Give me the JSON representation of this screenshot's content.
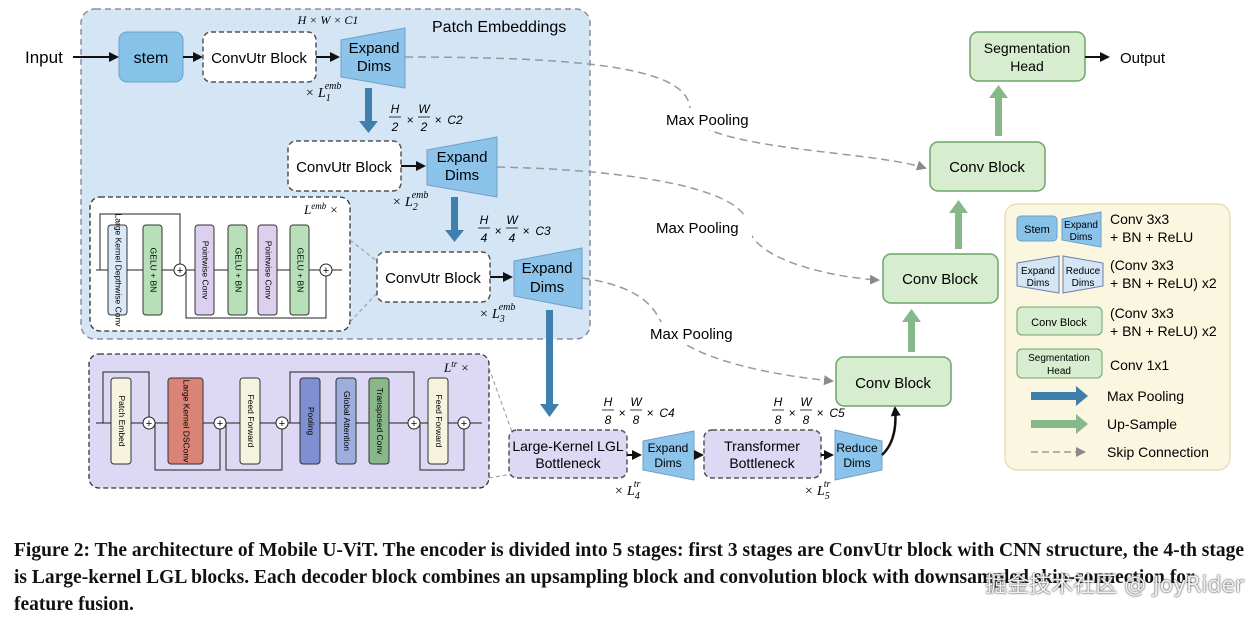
{
  "figure": {
    "input_label": "Input",
    "output_label": "Output",
    "patch_embeddings_title": "Patch Embeddings",
    "stem": "stem",
    "convutr_block": "ConvUtr Block",
    "expand_dims": [
      "Expand",
      "Dims"
    ],
    "reduce_dims": [
      "Reduce",
      "Dims"
    ],
    "max_pooling": "Max Pooling",
    "conv_block": "Conv Block",
    "segmentation_head": [
      "Segmentation",
      "Head"
    ],
    "lgl_bottleneck": [
      "Large-Kernel LGL",
      "Bottleneck"
    ],
    "transformer_bottleneck": [
      "Transformer",
      "Bottleneck"
    ],
    "dims": {
      "d1": "H × W × C1",
      "d2": [
        "H",
        "2",
        "W",
        "2",
        "C2"
      ],
      "d3": [
        "H",
        "4",
        "W",
        "4",
        "C3"
      ],
      "d4": [
        "H",
        "8",
        "W",
        "8",
        "C4"
      ],
      "d5": [
        "H",
        "8",
        "W",
        "8",
        "C5"
      ]
    },
    "repeats": {
      "l1": [
        "× L",
        "1",
        "emb"
      ],
      "l2": [
        "× L",
        "2",
        "emb"
      ],
      "l3": [
        "× L",
        "3",
        "emb"
      ],
      "l4": [
        "× L",
        "4",
        "tr"
      ],
      "l5": [
        "× L",
        "5",
        "tr"
      ],
      "lemb": [
        "L",
        "emb",
        " ×"
      ],
      "ltr": [
        "L",
        "tr",
        " ×"
      ]
    },
    "convutr_detail": {
      "blocks": [
        "Large Kernel Depthwise Conv",
        "GELU + BN",
        "Pointwise Conv",
        "GELU + BN",
        "Pointwise Conv",
        "GELU + BN"
      ],
      "colors": [
        "#dbe8f7",
        "#b8e0b8",
        "#ddd0ee",
        "#b8e0b8",
        "#ddd0ee",
        "#b8e0b8"
      ]
    },
    "lgl_detail": {
      "blocks": [
        "Patch Embed",
        "Large Kernel DSConv",
        "Feed Forward",
        "Pooling",
        "Global Attention",
        "Transposed Conv",
        "Feed Forward"
      ],
      "colors": [
        "#f6f3df",
        "#d98476",
        "#f6f3df",
        "#7f90d0",
        "#9dadde",
        "#88b88a",
        "#f6f3df"
      ]
    },
    "legend": {
      "rows": [
        {
          "text": [
            "Conv 3x3",
            "+ BN + ReLU"
          ]
        },
        {
          "text": [
            "(Conv 3x3",
            "+ BN + ReLU) x2"
          ]
        },
        {
          "text": [
            "(Conv 3x3",
            "+ BN + ReLU) x2"
          ]
        },
        {
          "text": [
            "Conv 1x1"
          ]
        },
        {
          "text": [
            "Max Pooling"
          ]
        },
        {
          "text": [
            "Up-Sample"
          ]
        },
        {
          "text": [
            "Skip Connection"
          ]
        }
      ],
      "stem": "Stem",
      "expand": [
        "Expand",
        "Dims"
      ],
      "reduce": [
        "Reduce",
        "Dims"
      ],
      "conv_block": "Conv Block",
      "seg_head": [
        "Segmentation",
        "Head"
      ]
    },
    "colors": {
      "patch_bg": "#d4e5f6",
      "lgl_bg": "#ddd8f3",
      "legend_bg": "#fbf6df",
      "green_block": "#d6edcf",
      "green_border": "#6fa36a",
      "blue_trap": "#8cc3ea",
      "stem": "#87c2e8",
      "down_arrow": "#3f7fae",
      "up_arrow": "#86b88a"
    }
  },
  "caption": "Figure 2: The architecture of Mobile U-ViT. The encoder is divided into 5 stages: first 3 stages are ConvUtr block with CNN structure, the 4-th stage is Large-kernel LGL blocks. Each decoder block combines an upsampling block and convolution block with downsampled skip-connection for feature fusion.",
  "watermark": "掘金技术社区 @ JoyRider"
}
